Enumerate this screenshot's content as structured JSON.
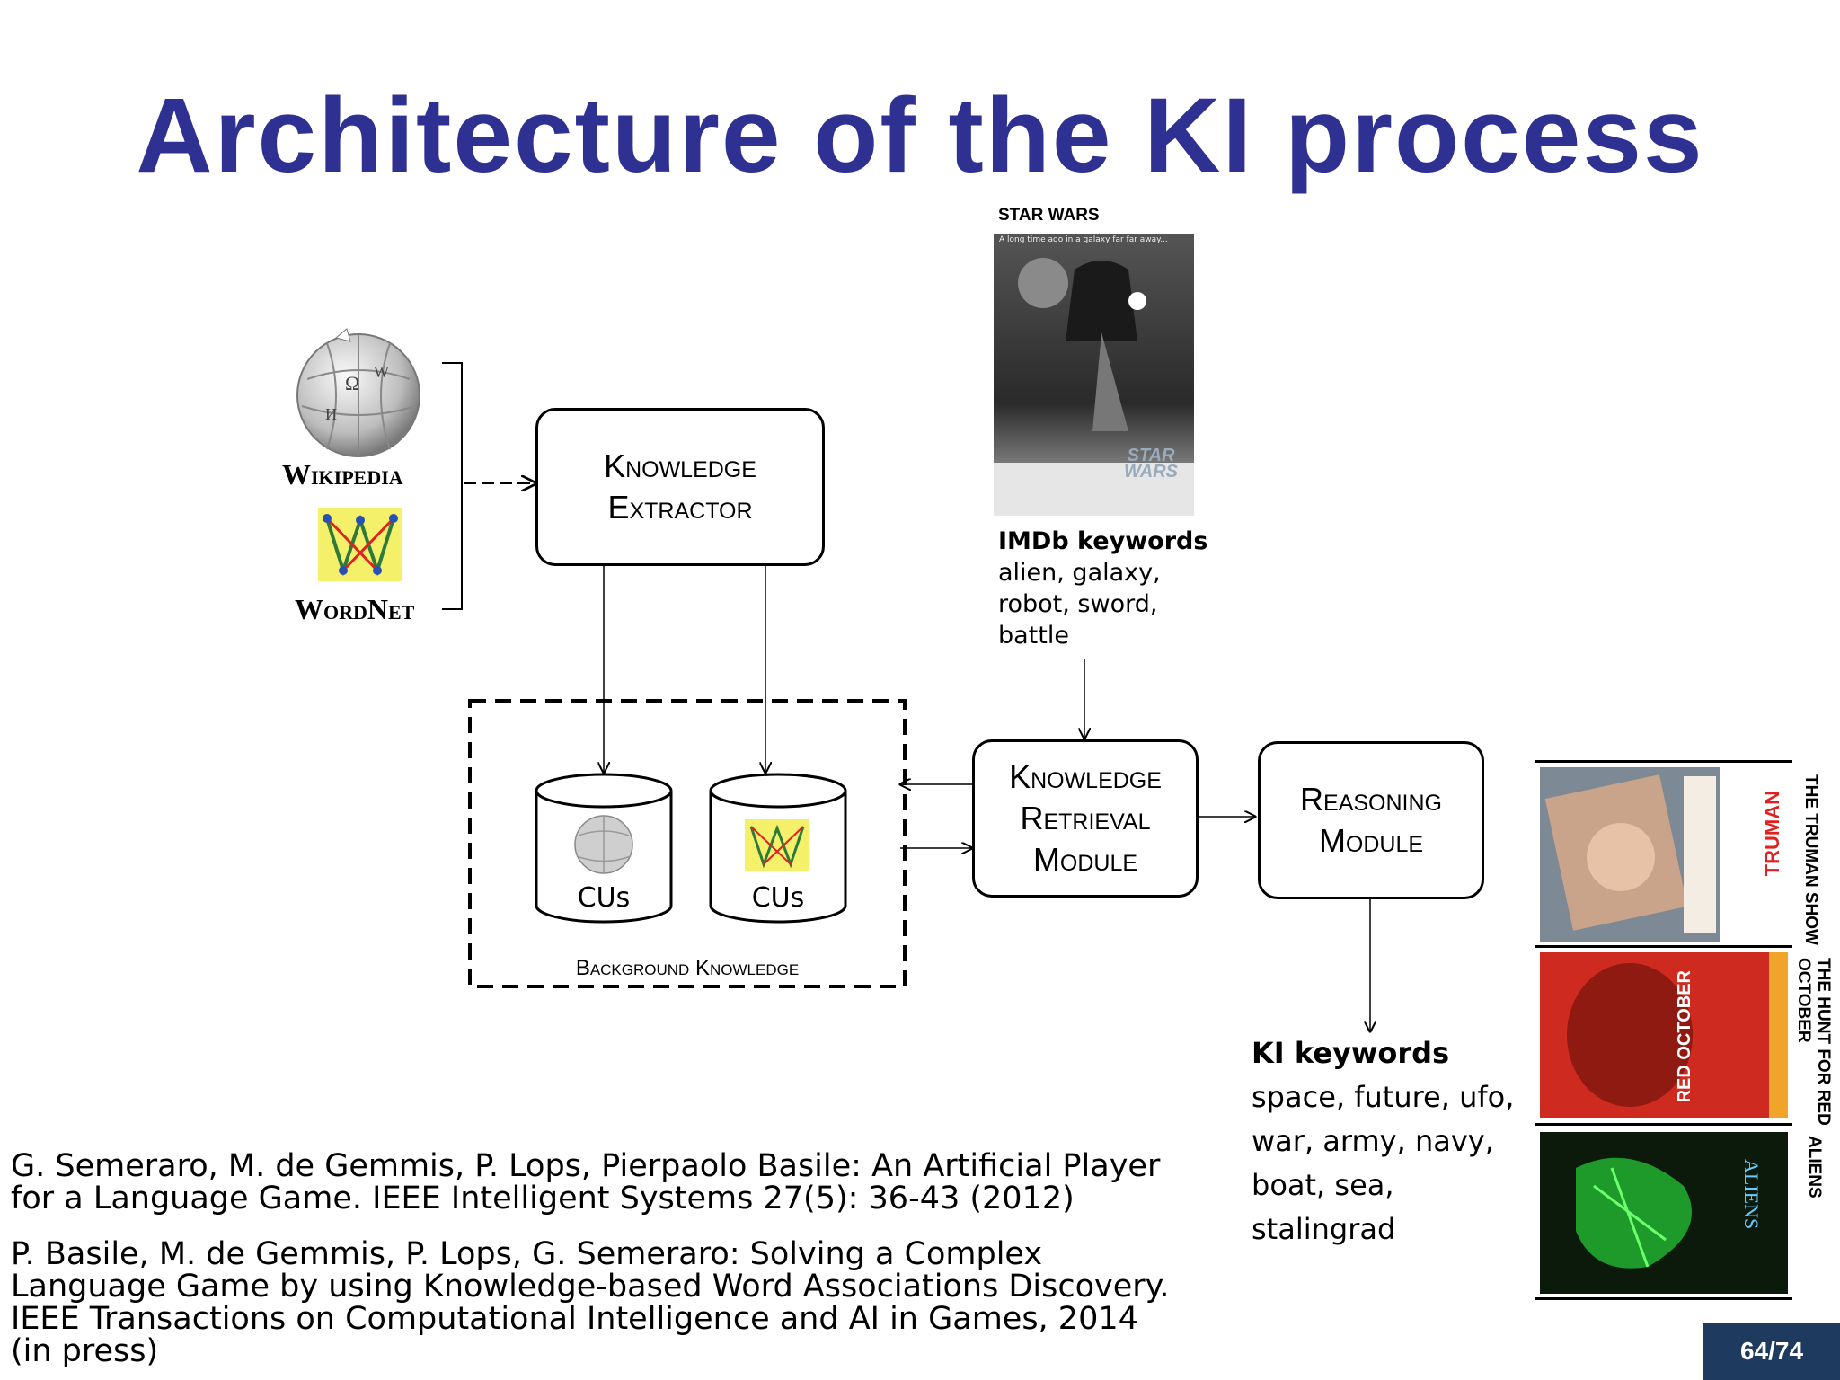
{
  "slide": {
    "title": "Architecture of the KI process",
    "page_number": "64/74"
  },
  "sources": {
    "wikipedia": "Wikipedia",
    "wordnet": "WordNet"
  },
  "modules": {
    "extractor": {
      "line1": "Knowledge",
      "line2": "Extractor"
    },
    "retrieval": {
      "line1": "Knowledge",
      "line2": "Retrieval",
      "line3": "Module"
    },
    "reasoning": {
      "line1": "Reasoning",
      "line2": "Module"
    }
  },
  "background": {
    "label": "Background Knowledge",
    "cu_left": "CUs",
    "cu_right": "CUs"
  },
  "input_movie": {
    "title": "STAR WARS",
    "tagline": "A long time ago in a galaxy far far away...",
    "logo": "STAR WARS",
    "keywords_heading": "IMDb keywords",
    "keywords_line1": "alien, galaxy,",
    "keywords_line2": "robot, sword,",
    "keywords_line3": "battle"
  },
  "output": {
    "heading": "KI  keywords",
    "line1": "space, future, ufo,",
    "line2": "war, army, navy,",
    "line3": "boat, sea,",
    "line4": "stalingrad"
  },
  "related_movies": [
    {
      "label": "THE TRUMAN SHOW",
      "poster_text": "TRUMAN"
    },
    {
      "label_line1": "THE HUNT FOR RED",
      "label_line2": "OCTOBER",
      "poster_text": "RED OCTOBER"
    },
    {
      "label": "ALIENS",
      "poster_text": "ALIENS"
    }
  ],
  "references": {
    "ref1_line1": "G. Semeraro, M. de Gemmis, P. Lops, Pierpaolo Basile: An Artificial Player",
    "ref1_line2": "for a Language Game. IEEE Intelligent Systems 27(5): 36-43 (2012)",
    "ref2_line1": "P. Basile, M. de Gemmis, P. Lops, G. Semeraro: Solving a Complex",
    "ref2_line2": "Language Game by using Knowledge-based Word Associations Discovery.",
    "ref2_line3": "IEEE Transactions on Computational Intelligence and AI in Games, 2014",
    "ref2_line4": "(in press)"
  },
  "colors": {
    "title": "#2e3192",
    "page_badge": "#1f3a5f",
    "wordnet_bg": "#f5f06a"
  }
}
